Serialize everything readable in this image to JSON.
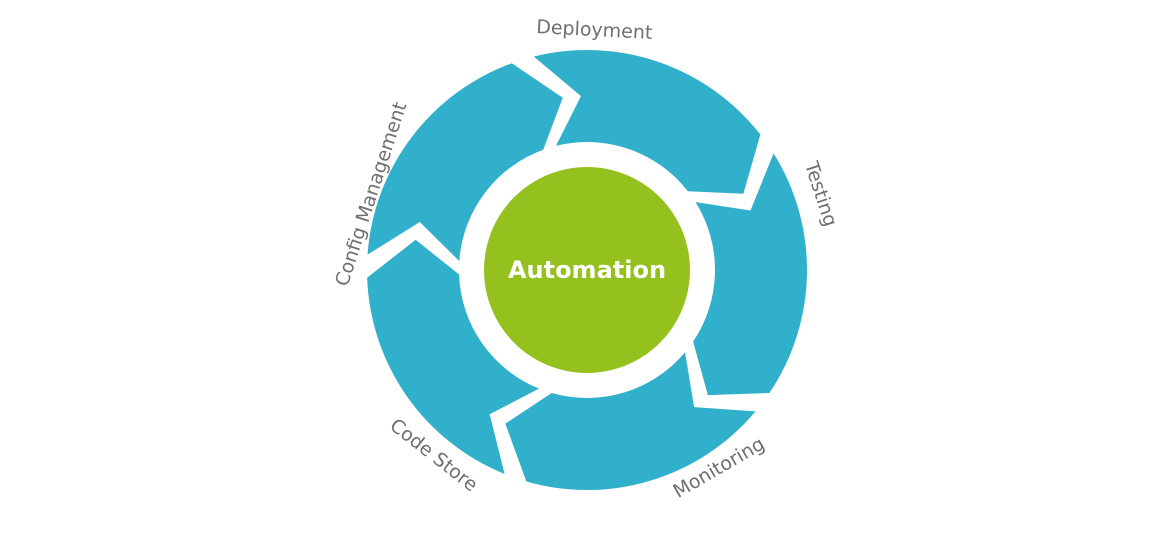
{
  "diagram": {
    "center": {
      "label": "Automation",
      "color": "#95c11f"
    },
    "ring_color": "#31b0cb",
    "label_color": "#6f6f6f",
    "steps": [
      {
        "label": "Deployment"
      },
      {
        "label": "Testing"
      },
      {
        "label": "Monitoring"
      },
      {
        "label": "Code Store"
      },
      {
        "label": "Config Management"
      }
    ]
  }
}
